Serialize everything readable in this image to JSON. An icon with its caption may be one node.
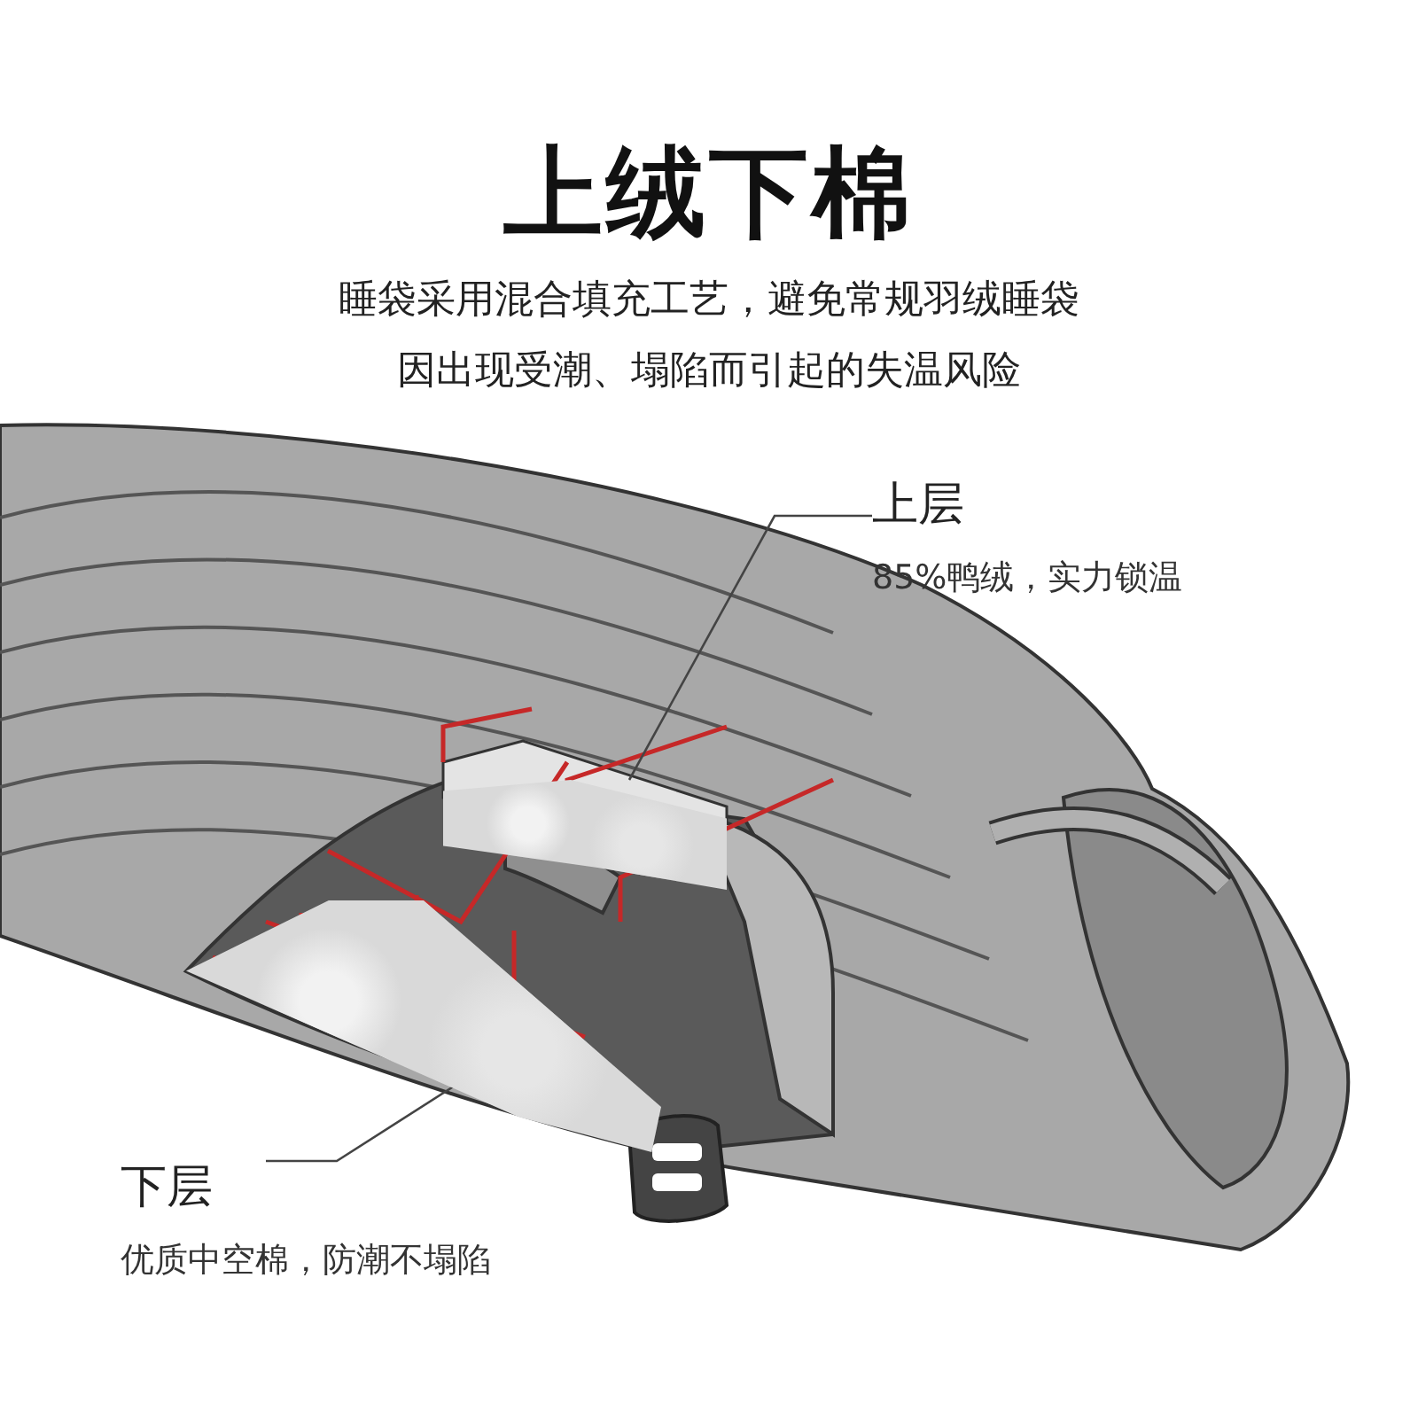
{
  "diagram": {
    "title": "上绒下棉",
    "nodes": [
      {
        "text": [
          "上层",
          "85%鸭绒，实力锁温"
        ]
      },
      {
        "text": [],
        "shape": "box"
      },
      {
        "text": [
          "下层",
          "优质中空棉，防潮不塌陷"
        ]
      },
      {
        "text": [],
        "shape": "box"
      }
    ],
    "edges": [
      {
        "from": 0,
        "to": 1,
        "arrow": "none"
      },
      {
        "from": 2,
        "to": 3,
        "arrow": "none"
      }
    ],
    "labels": [
      "睡袋采用混合填充工艺，避免常规羽绒睡袋因出现受潮、塌陷而引起的失温风险"
    ]
  }
}
